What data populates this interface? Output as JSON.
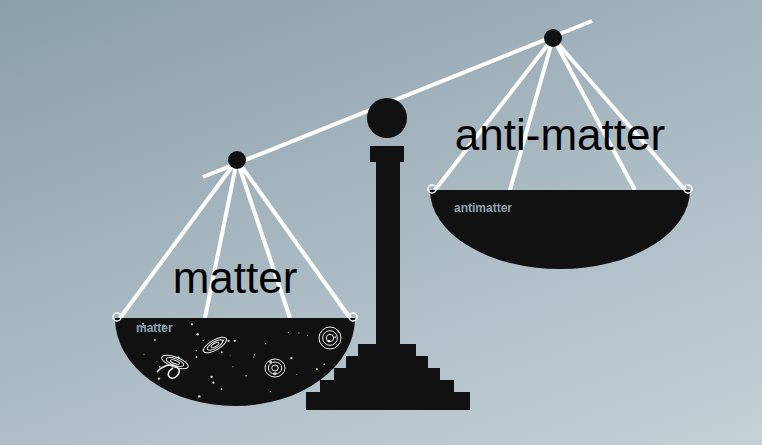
{
  "diagram": {
    "nodes": [
      {
        "text": [
          "matter",
          "matter"
        ]
      },
      {
        "text": [
          "anti-matter",
          "antimatter"
        ]
      }
    ]
  }
}
